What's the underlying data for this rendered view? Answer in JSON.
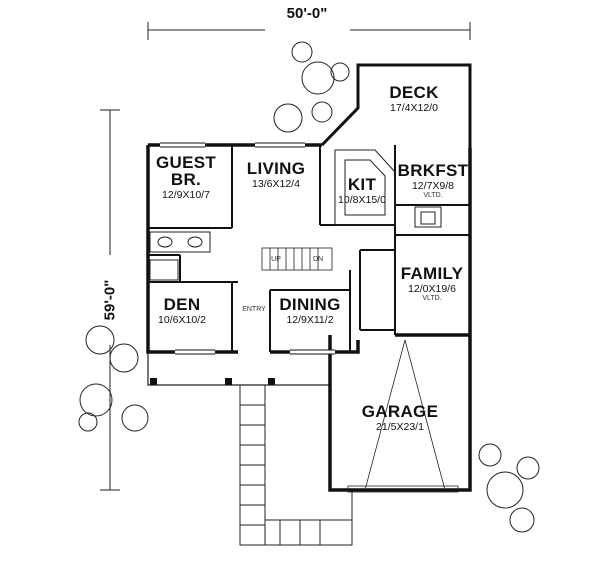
{
  "dimensions": {
    "width": "50'-0\"",
    "depth": "59'-0\""
  },
  "rooms": {
    "deck": {
      "name": "DECK",
      "size": "17/4X12/0"
    },
    "guest": {
      "name1": "GUEST",
      "name2": "BR.",
      "size": "12/9X10/7"
    },
    "living": {
      "name": "LIVING",
      "size": "13/6X12/4"
    },
    "kit": {
      "name": "KIT",
      "size": "10/8X15/0"
    },
    "brkfst": {
      "name": "BRKFST",
      "size": "12/7X9/8",
      "note": "VLTD."
    },
    "family": {
      "name": "FAMILY",
      "size": "12/0X19/6",
      "note": "VLTD."
    },
    "den": {
      "name": "DEN",
      "size": "10/6X10/2"
    },
    "dining": {
      "name": "DINING",
      "size": "12/9X11/2"
    },
    "garage": {
      "name": "GARAGE",
      "size": "21/5X23/1"
    }
  },
  "labels": {
    "entry": "ENTRY",
    "up": "UP",
    "dn": "DN"
  }
}
